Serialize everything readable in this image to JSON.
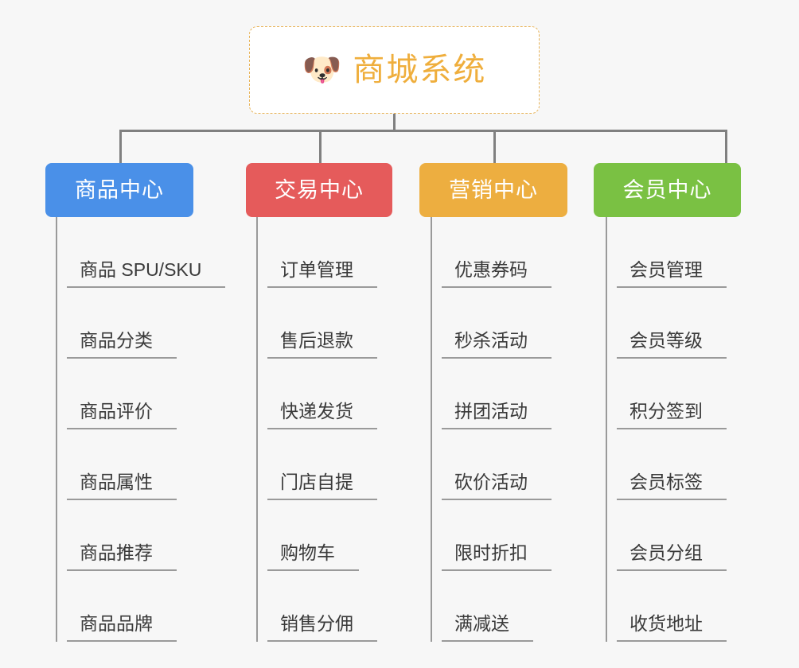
{
  "root": {
    "icon": "dog-face-icon",
    "icon_glyph": "🐶",
    "title": "商城系统",
    "title_color": "#efae3c",
    "border_color": "#e8b45a",
    "background": "#ffffff"
  },
  "canvas": {
    "background": "#f7f7f7",
    "connector_color": "#808080",
    "leaf_line_color": "#9a9a9a"
  },
  "branches": [
    {
      "label": "商品中心",
      "color": "#4a90e8",
      "items": [
        "商品 SPU/SKU",
        "商品分类",
        "商品评价",
        "商品属性",
        "商品推荐",
        "商品品牌"
      ]
    },
    {
      "label": "交易中心",
      "color": "#e55b5b",
      "items": [
        "订单管理",
        "售后退款",
        "快递发货",
        "门店自提",
        "购物车",
        "销售分佣"
      ]
    },
    {
      "label": "营销中心",
      "color": "#edae40",
      "items": [
        "优惠券码",
        "秒杀活动",
        "拼团活动",
        "砍价活动",
        "限时折扣",
        "满减送"
      ]
    },
    {
      "label": "会员中心",
      "color": "#7ac143",
      "items": [
        "会员管理",
        "会员等级",
        "积分签到",
        "会员标签",
        "会员分组",
        "收货地址"
      ]
    }
  ]
}
